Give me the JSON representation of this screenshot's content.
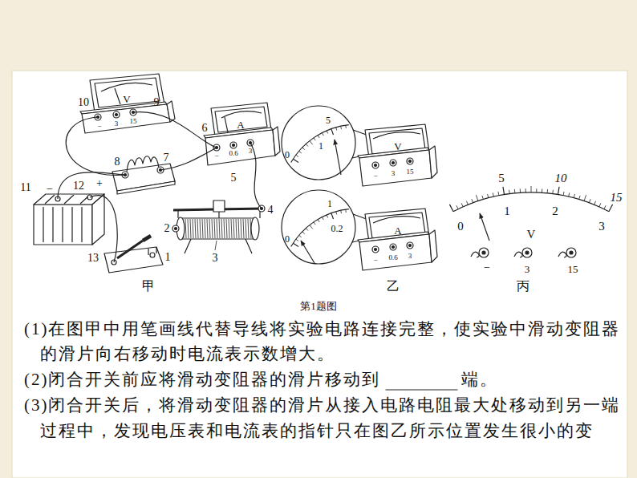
{
  "diagram": {
    "caption": "第1题图",
    "labels": [
      "10",
      "V",
      "9",
      "−",
      "3",
      "15",
      "6",
      "A",
      "−",
      "0.6",
      "3",
      "5",
      "8",
      "7",
      "11",
      "−",
      "12",
      "+",
      "2",
      "4",
      "3",
      "13",
      "1",
      "甲",
      "0",
      "5",
      "1",
      "V",
      "−",
      "3",
      "15",
      "0",
      "1",
      "0.2",
      "A",
      "−",
      "0.6",
      "3",
      "乙",
      "5",
      "10",
      "15",
      "0",
      "1",
      "2",
      "3",
      "V",
      "−",
      "3",
      "15",
      "丙",
      "(1)在图甲中用笔画线代替导线将实验电路连接完整，使实验中滑动变阻器",
      "的滑片向右移动时电流表示数增大。",
      "(2)闭合开关前应将滑动变阻器的滑片移动到",
      "端。",
      "(3)闭合开关后，将滑动变阻器的滑片从接入电路电阻最大处移动到另一端",
      "过程中，发现电压表和电流表的指针只在图乙所示位置发生很小的变"
    ]
  }
}
